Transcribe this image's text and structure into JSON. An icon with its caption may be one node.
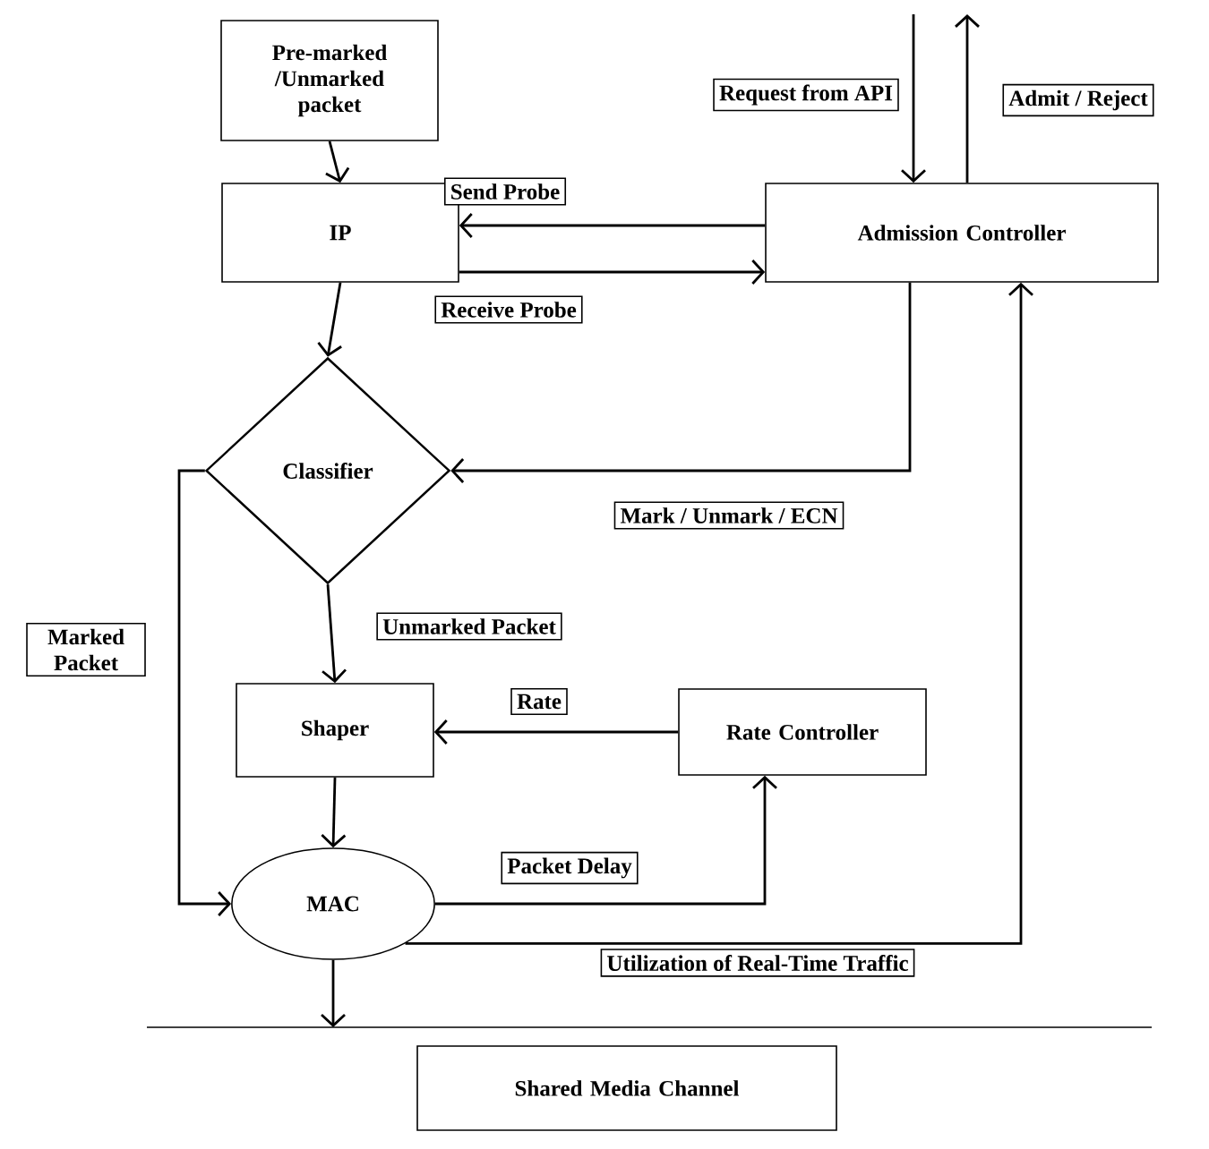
{
  "diagram": {
    "nodes": [
      {
        "text": [
          "Pre-marked /Unmarked packet"
        ]
      },
      {
        "text": [
          "IP"
        ]
      },
      {
        "text": [
          "Admission Controller"
        ]
      },
      {
        "text": [
          "Classifier"
        ]
      },
      {
        "text": [
          "Shaper"
        ]
      },
      {
        "text": [
          "Rate Controller"
        ]
      },
      {
        "text": [
          "MAC"
        ]
      },
      {
        "text": [
          "Shared Media Channel"
        ]
      }
    ],
    "edges": [
      {
        "from": 0,
        "to": 1,
        "arrow": "to"
      },
      {
        "from": 2,
        "to": 1,
        "arrow": "to",
        "label": "Send Probe"
      },
      {
        "from": 1,
        "to": 2,
        "arrow": "to",
        "label": "Receive Probe"
      },
      {
        "from": null,
        "to": 2,
        "arrow": "to",
        "label": "Request from API"
      },
      {
        "from": 2,
        "to": null,
        "arrow": "to",
        "label": "Admit / Reject"
      },
      {
        "from": 1,
        "to": 3,
        "arrow": "to"
      },
      {
        "from": 2,
        "to": 3,
        "arrow": "to",
        "label": "Mark / Unmark / ECN"
      },
      {
        "from": 3,
        "to": 4,
        "arrow": "to",
        "label": "Unmarked Packet"
      },
      {
        "from": 3,
        "to": 6,
        "arrow": "to",
        "label": "Marked Packet"
      },
      {
        "from": 5,
        "to": 4,
        "arrow": "to",
        "label": "Rate"
      },
      {
        "from": 4,
        "to": 6,
        "arrow": "to"
      },
      {
        "from": 6,
        "to": 5,
        "arrow": "to",
        "label": "Packet Delay"
      },
      {
        "from": 6,
        "to": 2,
        "arrow": "to",
        "label": "Utilization of Real-Time Traffic"
      },
      {
        "from": 6,
        "to": null,
        "arrow": "to"
      }
    ]
  }
}
